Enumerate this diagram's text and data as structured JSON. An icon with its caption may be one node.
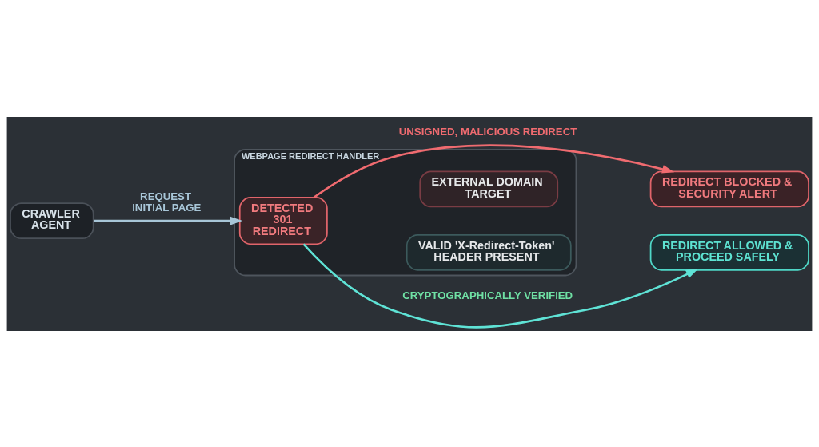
{
  "diagram": {
    "nodes": [
      {
        "text": [
          "CRAWLER AGENT"
        ]
      },
      {
        "text": [
          "WEBPAGE REDIRECT HANDLER"
        ]
      },
      {
        "text": [
          "DETECTED 301 REDIRECT"
        ],
        "in": 1
      },
      {
        "text": [
          "EXTERNAL DOMAIN TARGET"
        ],
        "in": 1
      },
      {
        "text": [
          "VALID 'X-Redirect-Token' HEADER PRESENT"
        ],
        "in": 1
      },
      {
        "text": [
          "REDIRECT BLOCKED & SECURITY ALERT"
        ]
      },
      {
        "text": [
          "REDIRECT ALLOWED & PROCEED SAFELY"
        ]
      }
    ],
    "edges": [
      {
        "from": 0,
        "to": 2,
        "arrow": "to",
        "label": "REQUEST INITIAL PAGE",
        "color": "#a8c6d8"
      },
      {
        "from": 2,
        "to": 5,
        "arrow": "to",
        "label": "UNSIGNED, MALICIOUS REDIRECT",
        "color": "#f06b70"
      },
      {
        "from": 2,
        "to": 6,
        "arrow": "to",
        "label": "CRYPTOGRAPHICALLY VERIFIED",
        "color": "#5fe3d6"
      }
    ]
  }
}
